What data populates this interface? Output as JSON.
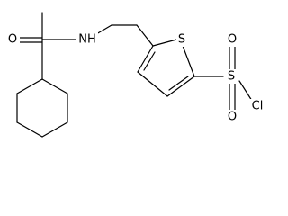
{
  "molecule": {
    "atoms": {
      "oxygen_carbonyl": "O",
      "nitrogen_amine": "NH",
      "sulfur_thiophene": "S",
      "sulfur_sulfonyl": "S",
      "oxygen_sulfonyl_upper": "O",
      "oxygen_sulfonyl_lower": "O",
      "chlorine": "Cl"
    }
  }
}
